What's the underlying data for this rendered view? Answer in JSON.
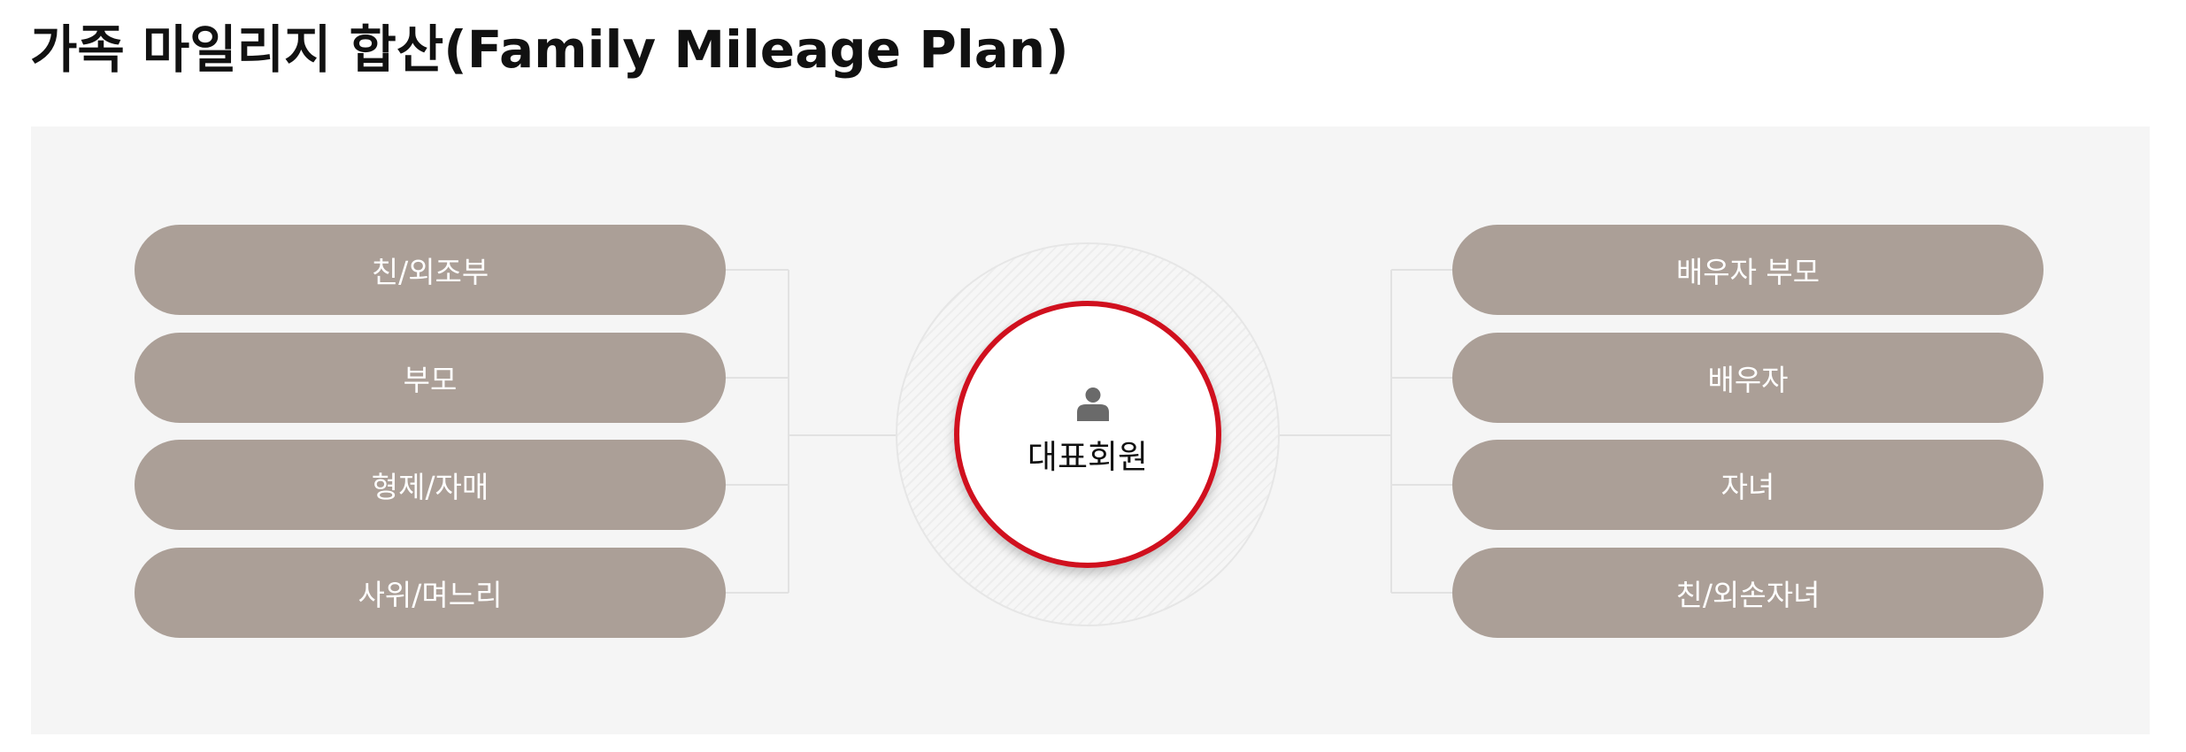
{
  "title": "가족 마일리지 합산(Family Mileage Plan)",
  "center": {
    "label": "대표회원",
    "icon": "person-icon"
  },
  "left_members": [
    {
      "label": "친/외조부"
    },
    {
      "label": "부모"
    },
    {
      "label": "형제/자매"
    },
    {
      "label": "사위/며느리"
    }
  ],
  "right_members": [
    {
      "label": "배우자 부모"
    },
    {
      "label": "배우자"
    },
    {
      "label": "자녀"
    },
    {
      "label": "친/외손자녀"
    }
  ],
  "colors": {
    "pill": "#ab9f97",
    "accent_ring": "#d0101e",
    "panel_background": "#f5f5f5",
    "connector": "#e2e2e2"
  }
}
